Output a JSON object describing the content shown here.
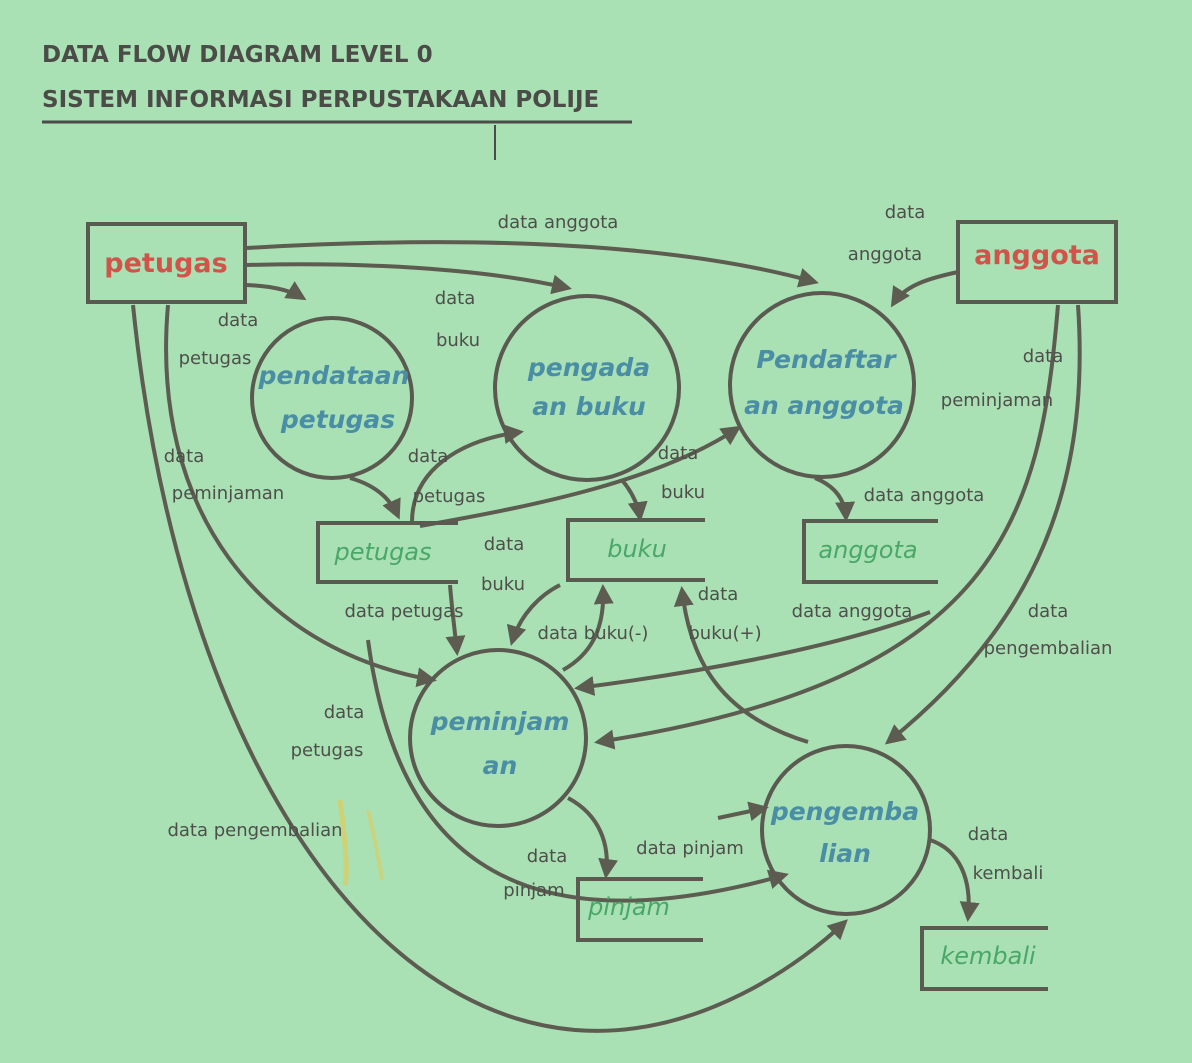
{
  "title": {
    "line1": "DATA FLOW DIAGRAM LEVEL 0",
    "line2": "SISTEM INFORMASI PERPUSTAKAAN POLIJE"
  },
  "entities": {
    "petugas": "petugas",
    "anggota": "anggota"
  },
  "processes": {
    "pendataan_petugas": [
      "pendataan",
      "petugas"
    ],
    "pengadaan_buku": [
      "pengada",
      "an buku"
    ],
    "pendaftaran_anggota": [
      "Pendaftar",
      "an anggota"
    ],
    "peminjaman": [
      "peminjam",
      "an"
    ],
    "pengembalian": [
      "pengemba",
      "lian"
    ]
  },
  "stores": {
    "petugas": "petugas",
    "buku": "buku",
    "anggota": "anggota",
    "pinjam": "pinjam",
    "kembali": "kembali"
  },
  "flow_labels": {
    "data_anggota_top": "data anggota",
    "data_anggota_right_1": "data",
    "data_anggota_right_2": "anggota",
    "data_buku_top_1": "data",
    "data_buku_top_2": "buku",
    "data_petugas_top_1": "data",
    "data_petugas_top_2": "petugas",
    "data_peminjaman_right_1": "data",
    "data_peminjaman_right_2": "peminjaman",
    "data_peminjaman_left_1": "data",
    "data_peminjaman_left_2": "peminjaman",
    "data_petugas_mid_1": "data",
    "data_petugas_mid_2": "petugas",
    "data_buku_mid_1": "data",
    "data_buku_mid_2": "buku",
    "data_anggota_store": "data anggota",
    "data_buku_store_1": "data",
    "data_buku_store_2": "buku",
    "data_petugas_low": "data petugas",
    "data_buku_minus": "data buku(-)",
    "data_buku_plus_1": "data",
    "data_buku_plus_2": "buku(+)",
    "data_anggota_low": "data anggota",
    "data_pengembalian_right_1": "data",
    "data_pengembalian_right_2": "pengembalian",
    "data_petugas_left_1": "data",
    "data_petugas_left_2": "petugas",
    "data_pengembalian_left": "data pengembalian",
    "data_pinjam_1": "data",
    "data_pinjam_2": "pinjam",
    "data_pinjam_flow": "data pinjam",
    "data_kembali_1": "data",
    "data_kembali_2": "kembali"
  }
}
